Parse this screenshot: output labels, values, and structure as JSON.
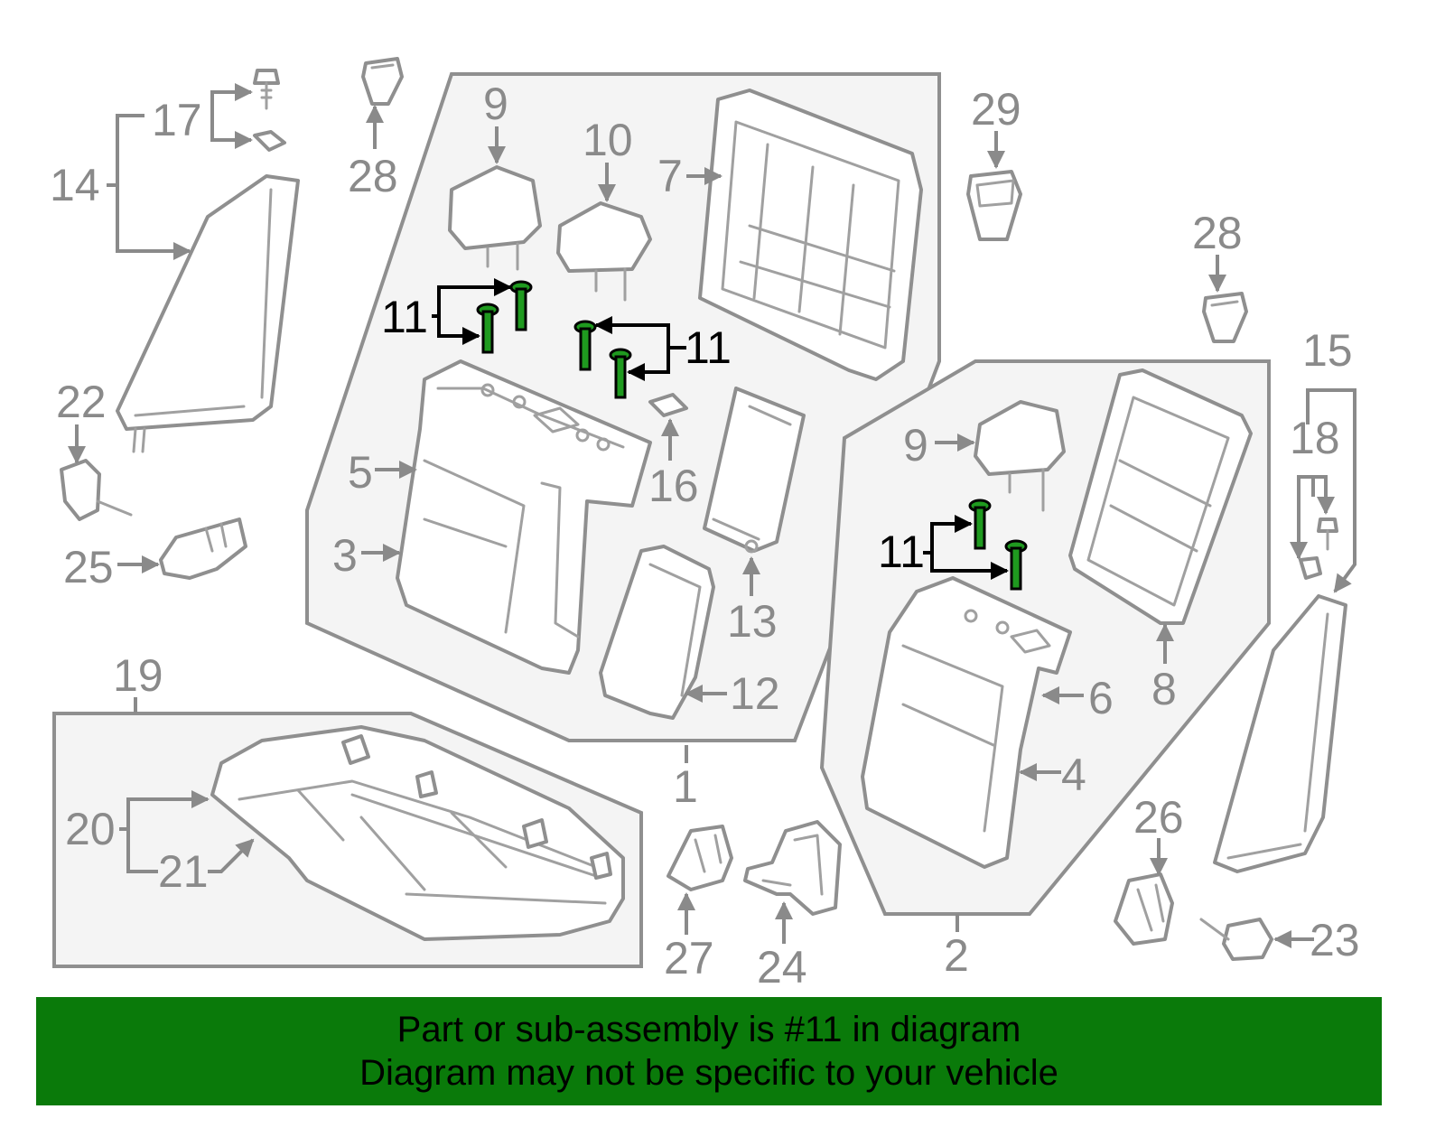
{
  "callouts": {
    "n1": "1",
    "n2": "2",
    "n3": "3",
    "n4": "4",
    "n5": "5",
    "n6": "6",
    "n7": "7",
    "n8": "8",
    "n9a": "9",
    "n9b": "9",
    "n10": "10",
    "n11a": "11",
    "n11b": "11",
    "n11c": "11",
    "n12": "12",
    "n13": "13",
    "n14": "14",
    "n15": "15",
    "n16": "16",
    "n17": "17",
    "n18": "18",
    "n19": "19",
    "n20": "20",
    "n21": "21",
    "n22": "22",
    "n23": "23",
    "n24": "24",
    "n25": "25",
    "n26": "26",
    "n27": "27",
    "n28a": "28",
    "n28b": "28",
    "n29": "29"
  },
  "highlight": {
    "part_number": "11",
    "color": "#1f9a1f"
  },
  "banner": {
    "line1": "Part or sub-assembly is #11 in diagram",
    "line2": "Diagram may not be specific to your vehicle",
    "background": "#0a7a0a"
  }
}
